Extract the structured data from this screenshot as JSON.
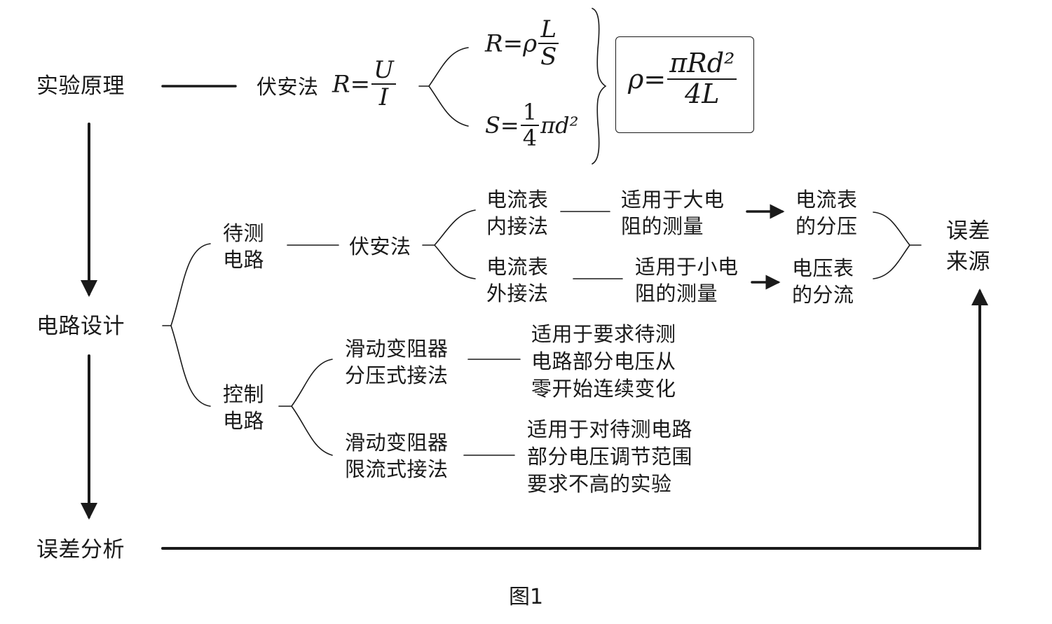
{
  "stages": {
    "principle": "实验原理",
    "design": "电路设计",
    "analysis": "误差分析"
  },
  "principle": {
    "method": "伏安法",
    "ohm": {
      "lhs": "R=",
      "num": "U",
      "den": "I"
    },
    "resistivity": {
      "lhs": "R=ρ",
      "num": "L",
      "den": "S"
    },
    "area": {
      "lhs": "S=",
      "num": "1",
      "den": "4",
      "tail": "πd²"
    },
    "result": {
      "lhs": "ρ=",
      "num": "πRd²",
      "den": "4L"
    }
  },
  "design": {
    "test_circuit": {
      "label_l1": "待测",
      "label_l2": "电路",
      "method": "伏安法",
      "internal": {
        "label_l1": "电流表",
        "label_l2": "内接法",
        "use_l1": "适用于大电",
        "use_l2": "阻的测量",
        "error_l1": "电流表",
        "error_l2": "的分压"
      },
      "external": {
        "label_l1": "电流表",
        "label_l2": "外接法",
        "use_l1": "适用于小电",
        "use_l2": "阻的测量",
        "error_l1": "电压表",
        "error_l2": "的分流"
      }
    },
    "control_circuit": {
      "label_l1": "控制",
      "label_l2": "电路",
      "divider": {
        "label_l1": "滑动变阻器",
        "label_l2": "分压式接法",
        "use_l1": "适用于要求待测",
        "use_l2": "电路部分电压从",
        "use_l3": "零开始连续变化"
      },
      "limiter": {
        "label_l1": "滑动变阻器",
        "label_l2": "限流式接法",
        "use_l1": "适用于对待测电路",
        "use_l2": "部分电压调节范围",
        "use_l3": "要求不高的实验"
      }
    }
  },
  "error_source_l1": "误差",
  "error_source_l2": "来源",
  "caption": "图1"
}
